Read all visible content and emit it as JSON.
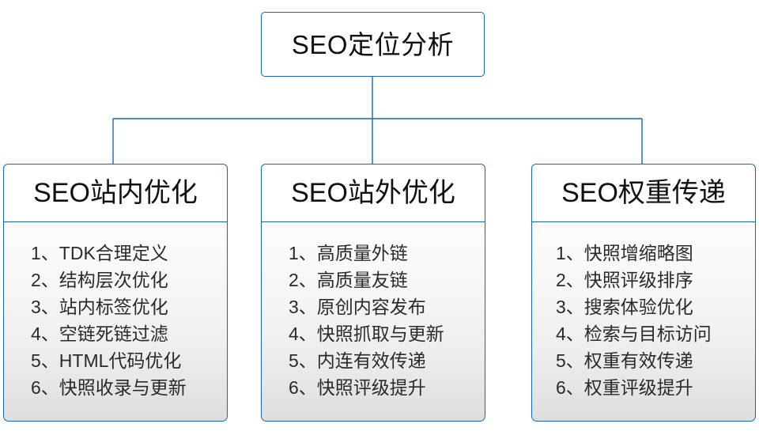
{
  "diagram": {
    "type": "org-chart",
    "root": {
      "label": "SEO定位分析"
    },
    "colors": {
      "border": "#1268b3",
      "connector": "#1268b3",
      "header_bg": "#ffffff",
      "body_gradient_top": "#fdfdfd",
      "body_gradient_bottom": "#dedede",
      "text": "#111111"
    },
    "branches": [
      {
        "title": "SEO站内优化",
        "items": [
          "1、TDK合理定义",
          "2、结构层次优化",
          "3、站内标签优化",
          "4、空链死链过滤",
          "5、HTML代码优化",
          "6、快照收录与更新"
        ]
      },
      {
        "title": "SEO站外优化",
        "items": [
          "1、高质量外链",
          "2、高质量友链",
          "3、原创内容发布",
          "4、快照抓取与更新",
          "5、内连有效传递",
          "6、快照评级提升"
        ]
      },
      {
        "title": "SEO权重传递",
        "items": [
          "1、快照增缩略图",
          "2、快照评级排序",
          "3、搜索体验优化",
          "4、检索与目标访问",
          "5、权重有效传递",
          "6、权重评级提升"
        ]
      }
    ]
  }
}
